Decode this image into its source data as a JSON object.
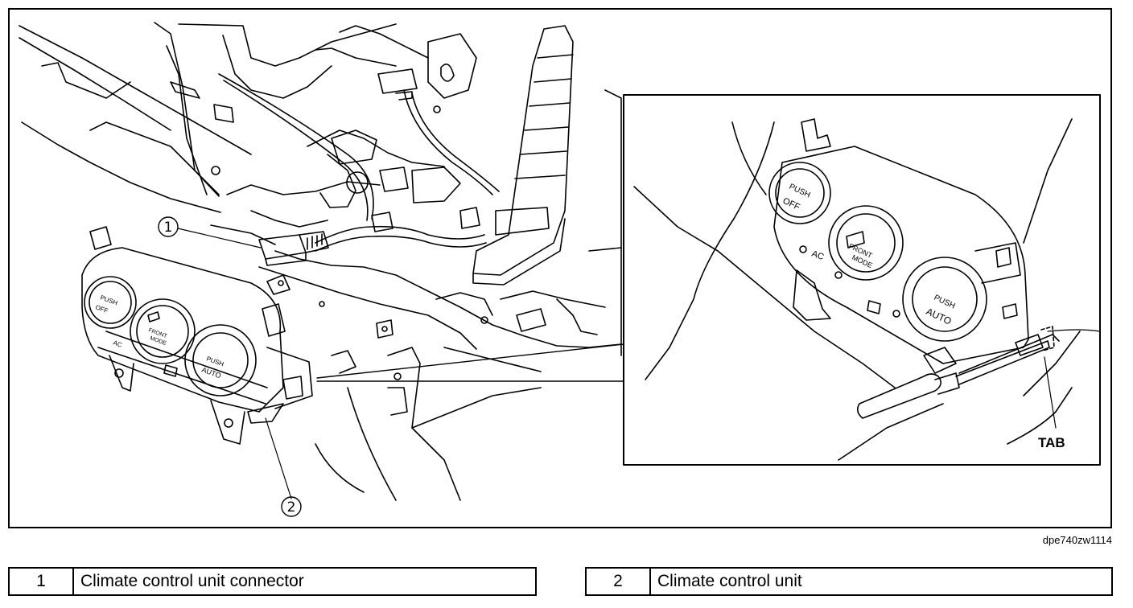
{
  "callouts": [
    {
      "id": "1",
      "label": "Climate control unit connector"
    },
    {
      "id": "2",
      "label": "Climate control unit"
    }
  ],
  "callout_glyphs": {
    "c1": "1",
    "c2": "2"
  },
  "tab_label": "TAB",
  "figure_id": "dpe740zw1114",
  "knob_text": {
    "left": [
      "PUSH",
      "OFF"
    ],
    "middle": [
      "FRONT",
      "MODE"
    ],
    "right": [
      "PUSH",
      "AUTO"
    ],
    "ac": "AC"
  }
}
